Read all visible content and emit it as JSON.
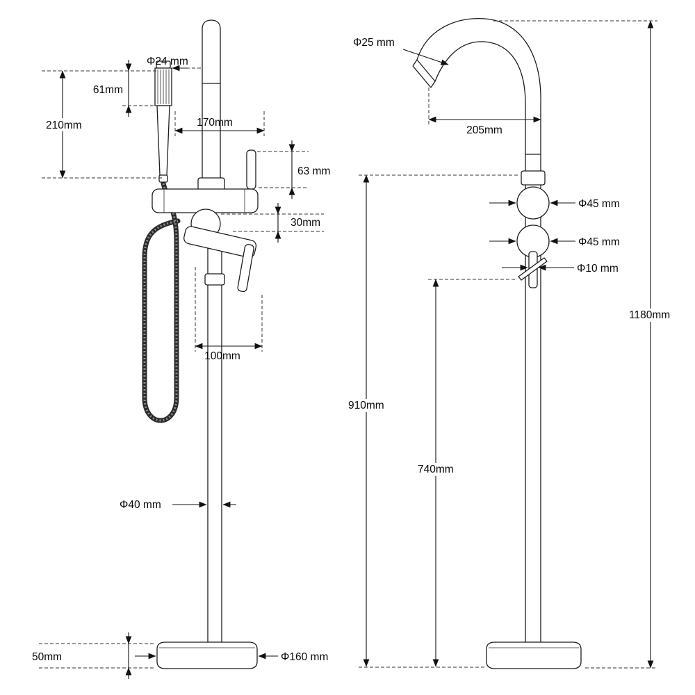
{
  "side": {
    "head_dia": "Φ24 mm",
    "head_len": "61mm",
    "shower_assembly_len": "210mm",
    "reach": "170mm",
    "lever_len": "63 mm",
    "body_offset": "30mm",
    "lower_reach": "100mm",
    "column_dia": "Φ40 mm",
    "base_height": "50mm",
    "base_dia": "Φ160 mm"
  },
  "front": {
    "spout_dia": "Φ25 mm",
    "spout_reach": "205mm",
    "handle_top_dia": "Φ45 mm",
    "handle_bottom_dia": "Φ45 mm",
    "lever_rod_dia": "Φ10 mm",
    "total_height": "1180mm",
    "column_height": "910mm",
    "handle_height": "740mm"
  }
}
